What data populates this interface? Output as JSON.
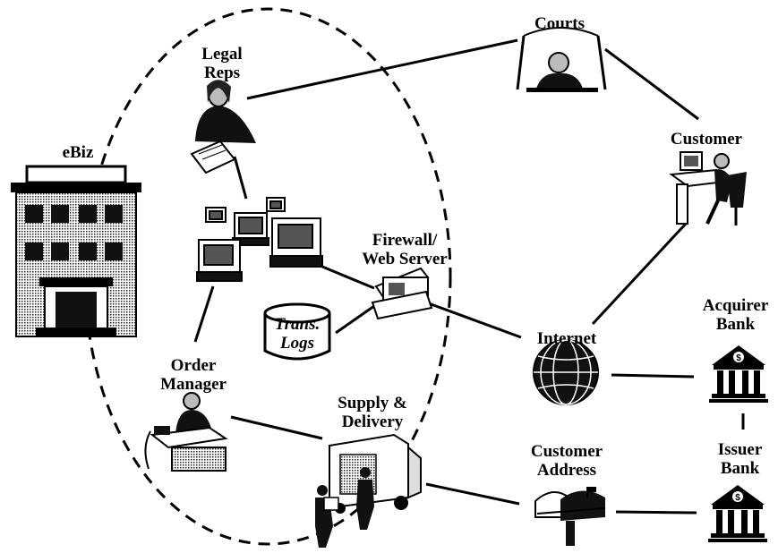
{
  "entities": {
    "ebiz": "eBiz",
    "legal_reps": [
      "Legal",
      "Reps"
    ],
    "courts": "Courts",
    "customer": "Customer",
    "firewall": [
      "Firewall/",
      "Web Server"
    ],
    "trans_logs": [
      "Trans.",
      "Logs"
    ],
    "internet": "Internet",
    "acquirer_bank": [
      "Acquirer",
      "Bank"
    ],
    "order_manager": [
      "Order",
      "Manager"
    ],
    "supply_delivery": [
      "Supply &",
      "Delivery"
    ],
    "customer_address": [
      "Customer",
      "Address"
    ],
    "issuer_bank": [
      "Issuer",
      "Bank"
    ]
  },
  "icons": {
    "building": "office-building-icon",
    "lawyer": "lawyer-icon",
    "judge": "judge-icon",
    "workstation": "computer-user-icon",
    "network": "computer-network-icon",
    "server": "server-icon",
    "database": "database-cylinder-icon",
    "globe": "globe-icon",
    "bank": "bank-icon",
    "manager": "office-worker-icon",
    "truck": "delivery-truck-icon",
    "mailbox": "mailbox-icon"
  },
  "colors": {
    "ink": "#000000",
    "paper": "#ffffff",
    "shade": "#9a9a9a"
  }
}
